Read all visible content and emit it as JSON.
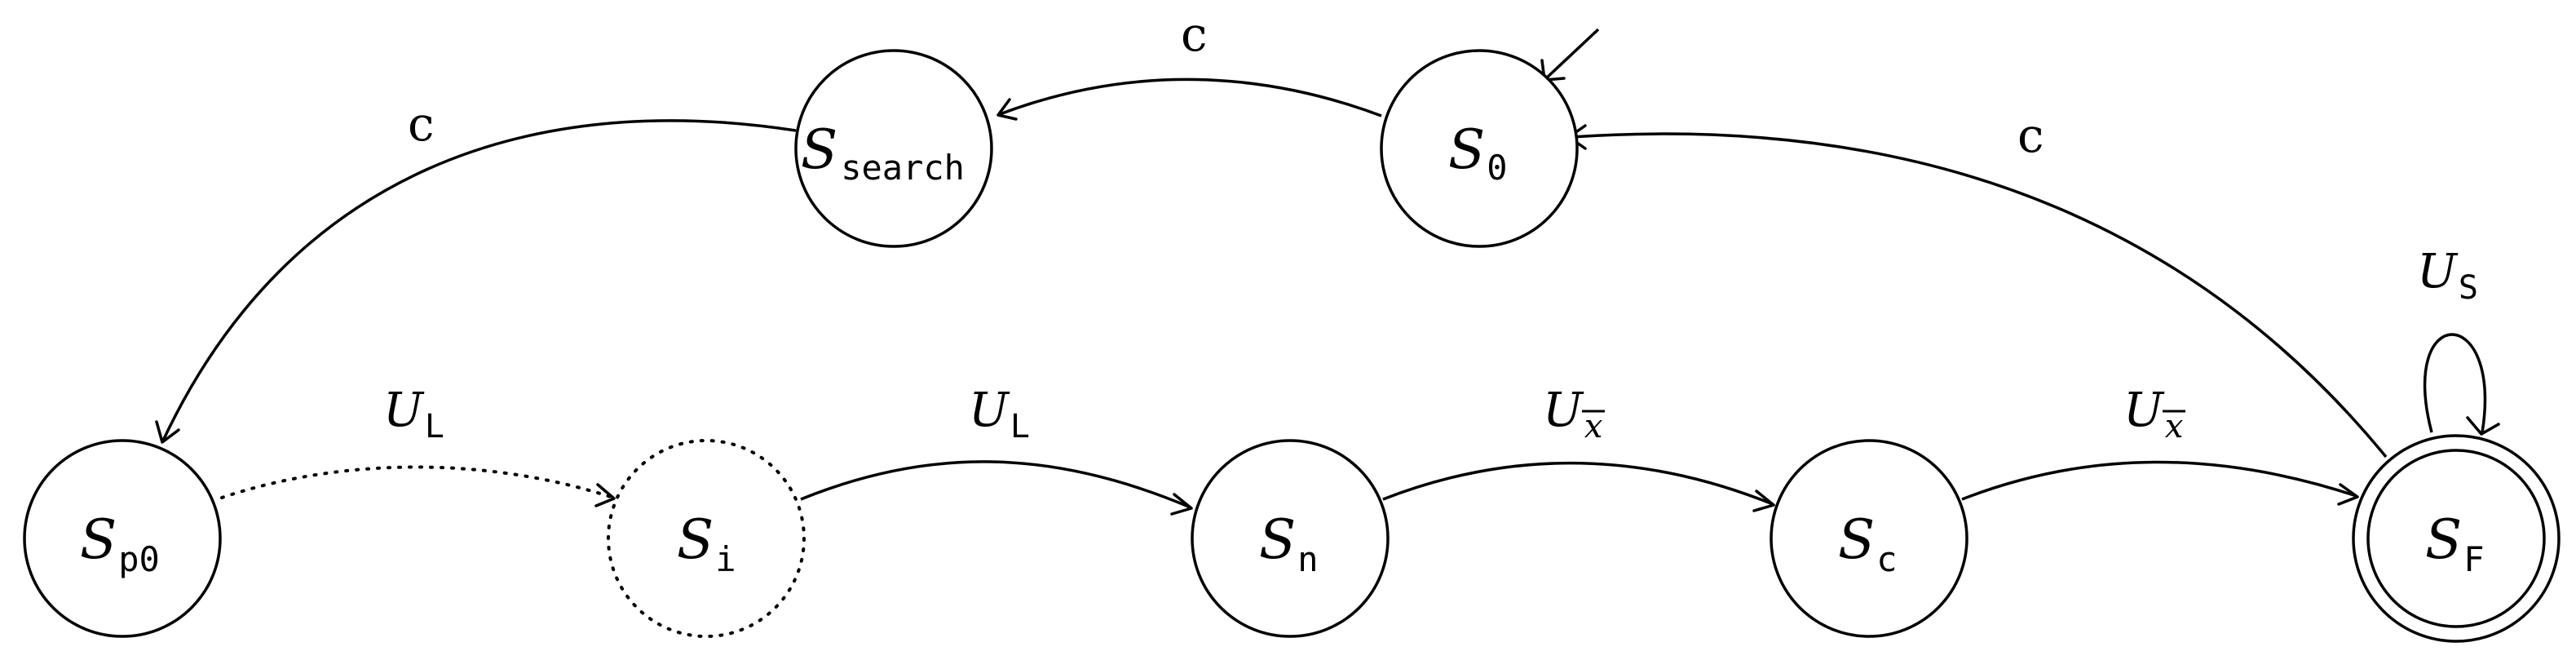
{
  "states": {
    "s_search": {
      "main": "S",
      "sub": "search"
    },
    "s_0": {
      "main": "S",
      "sub": "0"
    },
    "s_p0": {
      "main": "S",
      "sub": "p0"
    },
    "s_i": {
      "main": "S",
      "sub": "i"
    },
    "s_n": {
      "main": "S",
      "sub": "n"
    },
    "s_c": {
      "main": "S",
      "sub": "c"
    },
    "s_f": {
      "main": "S",
      "sub": "F"
    }
  },
  "transitions": {
    "s0_to_search": {
      "label": "c"
    },
    "search_to_p0": {
      "label": "c"
    },
    "f_to_s0": {
      "label": "c"
    },
    "f_self": {
      "main": "U",
      "sub": "S"
    },
    "p0_to_i": {
      "main": "U",
      "sub": "L"
    },
    "i_to_n": {
      "main": "U",
      "sub": "L"
    },
    "n_to_c": {
      "main": "U",
      "sub": "x"
    },
    "c_to_f": {
      "main": "U",
      "sub": "x"
    }
  }
}
